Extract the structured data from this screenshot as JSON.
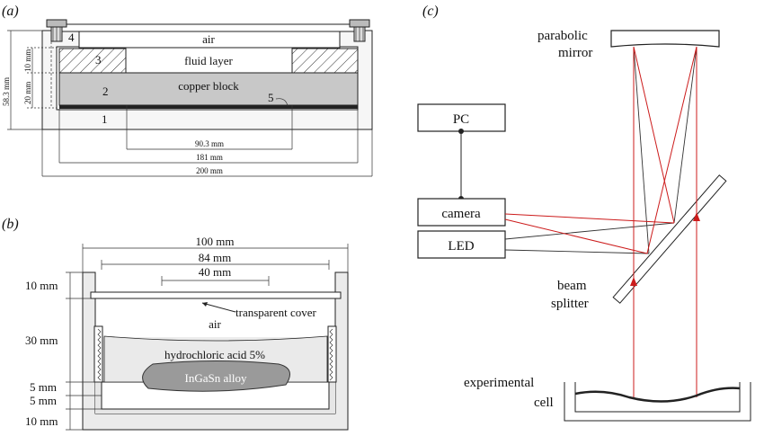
{
  "panel_a": {
    "label": "(a)",
    "air": "air",
    "fluid_layer": "fluid layer",
    "copper_block": "copper block",
    "part_1": "1",
    "part_2": "2",
    "part_3": "3",
    "part_4": "4",
    "part_5": "5",
    "dim_583": "58.3 mm",
    "dim_10": "10 mm",
    "dim_20": "20 mm",
    "dim_903": "90.3 mm",
    "dim_181": "181 mm",
    "dim_200": "200 mm"
  },
  "panel_b": {
    "label": "(b)",
    "dim_100": "100 mm",
    "dim_84": "84 mm",
    "dim_40": "40 mm",
    "dim_10_top": "10 mm",
    "dim_30": "30 mm",
    "dim_5a": "5 mm",
    "dim_5b": "5 mm",
    "dim_10_bottom": "10 mm",
    "transparent_cover": "transparent cover",
    "air": "air",
    "acid": "hydrochloric acid 5%",
    "alloy": "InGaSn alloy"
  },
  "panel_c": {
    "label": "(c)",
    "mirror_line1": "parabolic",
    "mirror_line2": "mirror",
    "pc": "PC",
    "camera": "camera",
    "led": "LED",
    "splitter_line1": "beam",
    "splitter_line2": "splitter",
    "cell_line1": "experimental",
    "cell_line2": "cell"
  },
  "colors": {
    "ray_red": "#cc1b1b",
    "ray_dark": "#333333",
    "copper_gray": "#c8c8c8",
    "alloy_gray": "#9a9a9a"
  }
}
